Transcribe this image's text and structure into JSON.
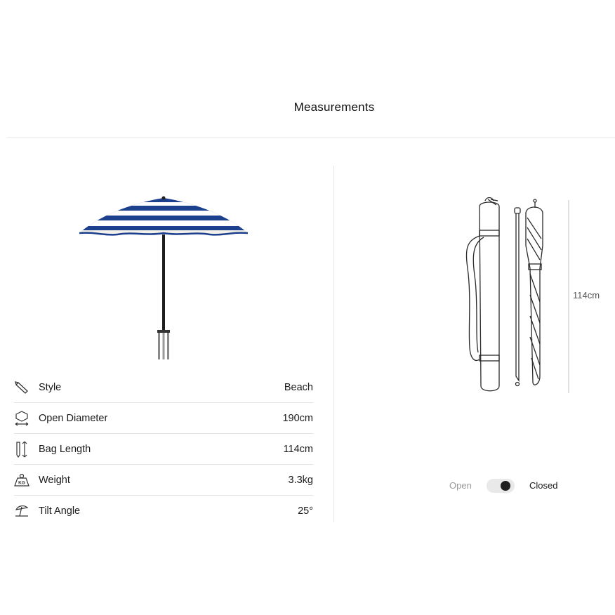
{
  "header": {
    "title": "Measurements"
  },
  "specs": [
    {
      "icon": "pencil-icon",
      "label": "Style",
      "value": "Beach"
    },
    {
      "icon": "diameter-icon",
      "label": "Open Diameter",
      "value": "190cm"
    },
    {
      "icon": "bag-length-icon",
      "label": "Bag Length",
      "value": "114cm"
    },
    {
      "icon": "weight-kg-icon",
      "label": "Weight",
      "value": "3.3kg"
    },
    {
      "icon": "tilt-angle-icon",
      "label": "Tilt Angle",
      "value": "25°"
    }
  ],
  "closed_view": {
    "dimension_label": "114cm"
  },
  "view_toggle": {
    "open_label": "Open",
    "closed_label": "Closed",
    "selected": "Closed"
  },
  "colors": {
    "stripe_blue": "#1c3f8e",
    "stripe_white": "#ffffff",
    "outline": "#2a2a2a"
  }
}
